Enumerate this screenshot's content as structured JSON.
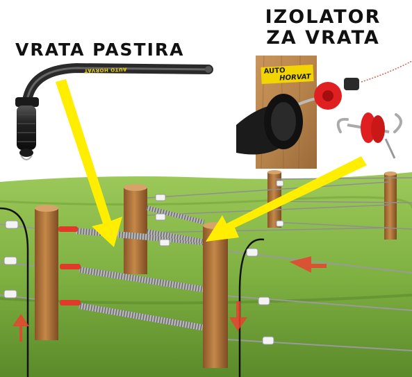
{
  "labels": {
    "gate_handle": "VRATA PASTIRA",
    "gate_insulator_line1": "IZOLATOR",
    "gate_insulator_line2": "ZA VRATA"
  },
  "brand": {
    "line1": "AUTO",
    "line2": "HORVAT"
  },
  "colors": {
    "sky": "#ffffff",
    "grass_light": "#8fbd4a",
    "grass_dark": "#5f8f2c",
    "post": "#b97a3f",
    "arrow_yellow": "#ffee00",
    "arrow_red": "#e8432f",
    "handle_black": "#1b1b1b",
    "insulator_red": "#e02020",
    "wire": "#9a9a9a"
  },
  "icons": [
    "gate-handle-icon",
    "gate-insulator-icon",
    "hook-icon",
    "yellow-arrow-icon",
    "red-arrow-icon"
  ]
}
